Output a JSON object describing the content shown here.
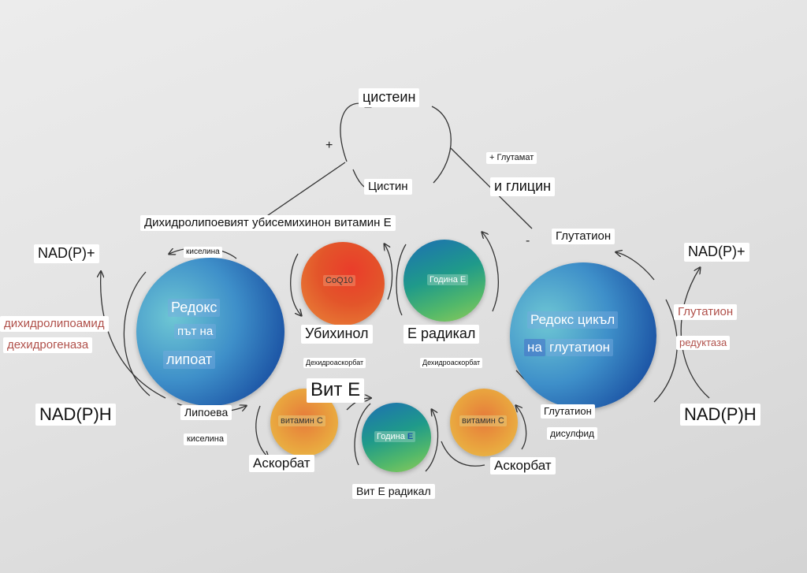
{
  "labels": {
    "cysteine": "цистеин",
    "plus_top": "+",
    "cystine": "Цистин",
    "plus_glutamate": "+ Глутамат",
    "and_glycine": "и глицин",
    "header_row": "Дихидролипоевият убисемихинон витамин Е",
    "minus": "-",
    "acid_top": "киселина",
    "nad_plus_left": "NAD(P)+",
    "nadh_left": "NAD(P)H",
    "enzyme_left_1": "дихидролипоамид",
    "enzyme_left_2": "дехидрогеназа",
    "glutathione": "Глутатион",
    "nad_plus_right": "NAD(P)+",
    "nadh_right": "NAD(P)H",
    "enzyme_right_1": "Глутатион",
    "enzyme_right_2": "редуктаза",
    "ubiquinol": "Убихинол",
    "e_radical": "Е радикал",
    "dehydroascorbate_left": "Дехидроаскорбат",
    "dehydroascorbate_right": "Дехидроаскорбат",
    "vit_e": "Вит Е",
    "lipoic": "Липоева",
    "acid_bottom": "киселина",
    "ascorbate_left": "Аскорбат",
    "ascorbate_right": "Аскорбат",
    "vit_e_radical": "Вит Е радикал",
    "glutathione_disulfide_1": "Глутатион",
    "glutathione_disulfide_2": "дисулфид"
  },
  "circles": {
    "lipoate": {
      "line1": "Редокс",
      "line2": "път на",
      "line3": "липоат"
    },
    "glutathione": {
      "line1": "Редокс цикъл",
      "line2a": "на",
      "line2b": "глутатион"
    },
    "coq10": "CoQ10",
    "year_e_top": "Година Е",
    "vitc_left": "витамин С",
    "year_e_bottom_a": "Година ",
    "year_e_bottom_b": "E",
    "vitc_right": "витамин С"
  },
  "colors": {
    "background": "#e3e3e3",
    "enzyme_text": "#b0504a",
    "arrow": "#333333"
  }
}
